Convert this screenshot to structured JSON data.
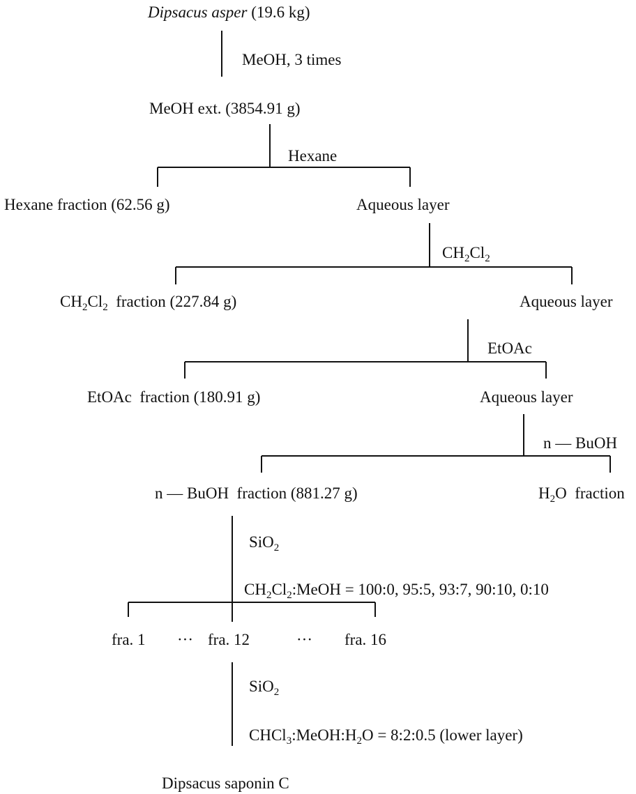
{
  "start": {
    "species": "Dipsacus asper",
    "mass": " (19.6 kg)"
  },
  "step1": {
    "reagent": "MeOH, 3 times"
  },
  "extract": {
    "label": "MeOH ext. (3854.91 g)"
  },
  "step2": {
    "reagent": "Hexane",
    "left": "Hexane fraction (62.56 g)",
    "right": "Aqueous layer"
  },
  "step3": {
    "reagent_a": "CH",
    "reagent_sub1": "2",
    "reagent_b": "Cl",
    "reagent_sub2": "2",
    "left_a": "CH",
    "left_sub1": "2",
    "left_b": "Cl",
    "left_sub2": "2",
    "left_c": "  fraction (227.84 g)",
    "right": "Aqueous layer"
  },
  "step4": {
    "reagent": "EtOAc",
    "left": "EtOAc  fraction (180.91 g)",
    "right": "Aqueous layer"
  },
  "step5": {
    "reagent": "n — BuOH",
    "left": "n — BuOH  fraction (881.27 g)",
    "right_a": "H",
    "right_sub": "2",
    "right_b": "O  fraction"
  },
  "step6": {
    "adsorbent_a": "SiO",
    "adsorbent_sub": "2",
    "eluent_a": "CH",
    "eluent_sub1": "2",
    "eluent_b": "Cl",
    "eluent_sub2": "2",
    "eluent_c": ":MeOH = 100:0, 95:5, 93:7, 90:10, 0:10",
    "fractions": [
      "fra. 1",
      "···",
      "fra. 12",
      "···",
      "fra. 16"
    ]
  },
  "step7": {
    "adsorbent_a": "SiO",
    "adsorbent_sub": "2",
    "eluent_a": "CHCl",
    "eluent_sub1": "3",
    "eluent_b": ":MeOH:H",
    "eluent_sub2": "2",
    "eluent_c": "O = 8:2:0.5 (lower layer)"
  },
  "product": {
    "label": "Dipsacus saponin C"
  }
}
